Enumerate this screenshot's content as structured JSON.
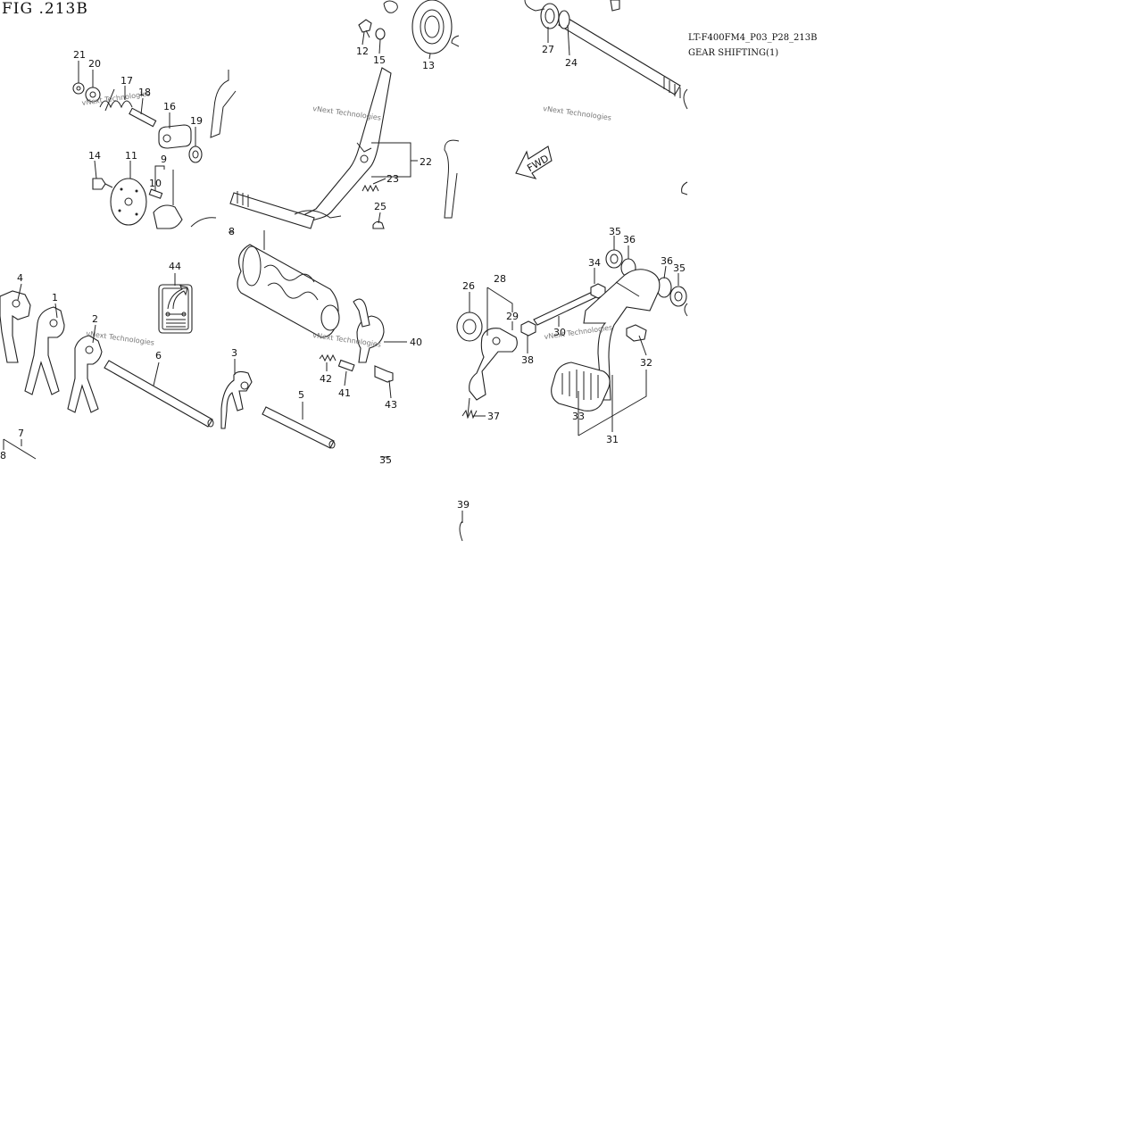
{
  "figure": {
    "title": "FIG .213B",
    "model_code": "LT-F400FM4_P03_P28_213B",
    "model_name": "GEAR SHIFTING(1)"
  },
  "watermark_text": "vNext Technologies",
  "fwd_label": "FWD",
  "callouts": [
    "1",
    "2",
    "3",
    "4",
    "5",
    "6",
    "7",
    "8",
    "9",
    "10",
    "11",
    "12",
    "13",
    "14",
    "15",
    "16",
    "17",
    "18",
    "19",
    "20",
    "21",
    "22",
    "23",
    "24",
    "25",
    "26",
    "27",
    "28",
    "29",
    "30",
    "31",
    "32",
    "33",
    "34",
    "35",
    "36",
    "37",
    "38",
    "39",
    "40",
    "41",
    "42",
    "43",
    "44"
  ],
  "icons": [
    "fwd-arrow-icon",
    "instruction-sticker-icon"
  ]
}
